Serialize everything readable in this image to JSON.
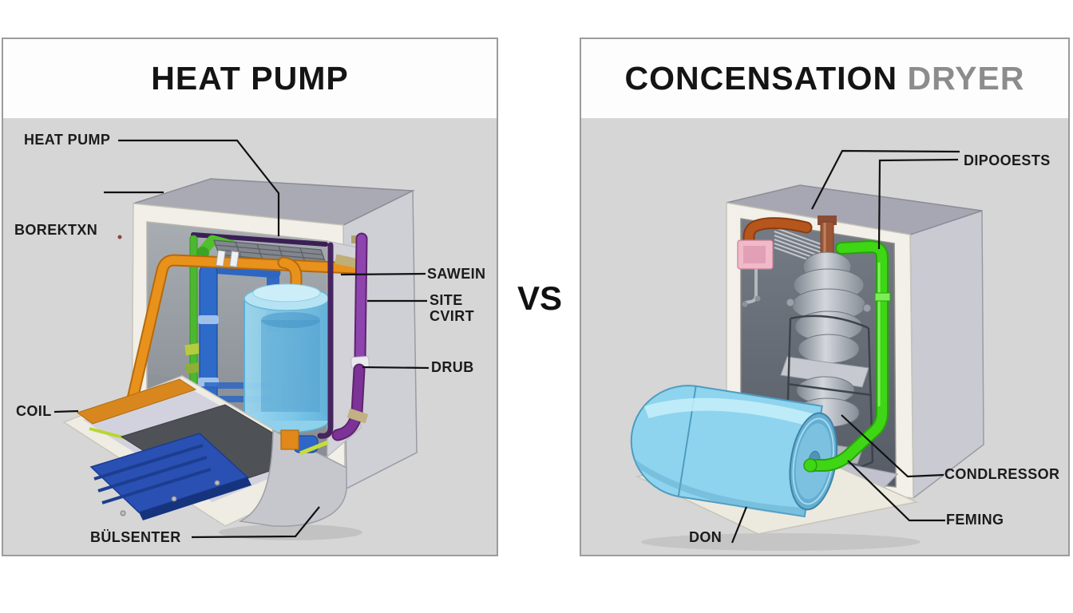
{
  "left_panel": {
    "title": "HEAT PUMP",
    "labels": {
      "heat_pump": "HEAT PUMP",
      "borektxn": "BOREKTXN",
      "coil": "COIL",
      "bulsenter": "BÜLSENTER",
      "sawein": "SAWEIN",
      "site": "SITE",
      "cvirt": "CVIRT",
      "drub": "DRUB"
    }
  },
  "divider": {
    "vs": "VS"
  },
  "right_panel": {
    "title_primary": "CONCENSATION",
    "title_secondary": "DRYER",
    "labels": {
      "dipooests": "DIPOOESTS",
      "condlressor": "CONDLRESSOR",
      "feming": "FEMING",
      "don": "DON"
    }
  },
  "colors": {
    "panel_background": "#d6d6d6",
    "panel_border": "#9b9b9b",
    "title_text": "#141414",
    "title_secondary_text": "#8c8c8c",
    "label_text": "#1b1b1b",
    "left_machine": {
      "orange_pipe": "#e8921c",
      "green_pipe": "#4cb830",
      "blue_pipe": "#2e6bc8",
      "purple_pipe": "#8e44ad",
      "tank_blue": "#7cc6e8",
      "cabinet_white": "#f1efe7"
    },
    "right_machine": {
      "green_pipe": "#3fd615",
      "drum_blue": "#8fd4ee",
      "pink_box": "#f0bac8",
      "copper_pipe": "#b5561c",
      "metal_stack": "#aab0b8"
    }
  }
}
